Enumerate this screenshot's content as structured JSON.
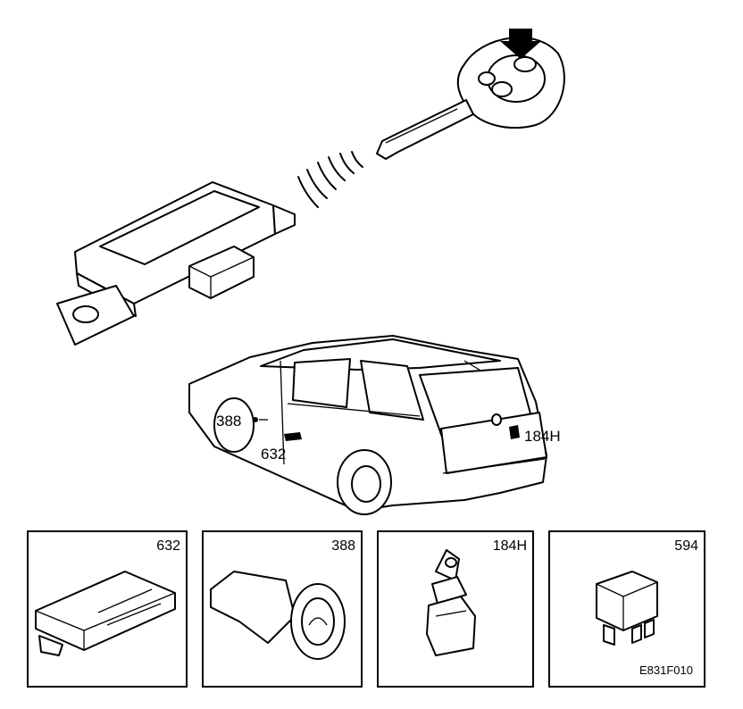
{
  "callouts": {
    "lock_switch": "388",
    "door_module": "632",
    "tailgate_lock": "184H"
  },
  "panels": [
    {
      "label": "632"
    },
    {
      "label": "388"
    },
    {
      "label": "184H"
    },
    {
      "label": "594",
      "ref": "E831F010"
    }
  ]
}
